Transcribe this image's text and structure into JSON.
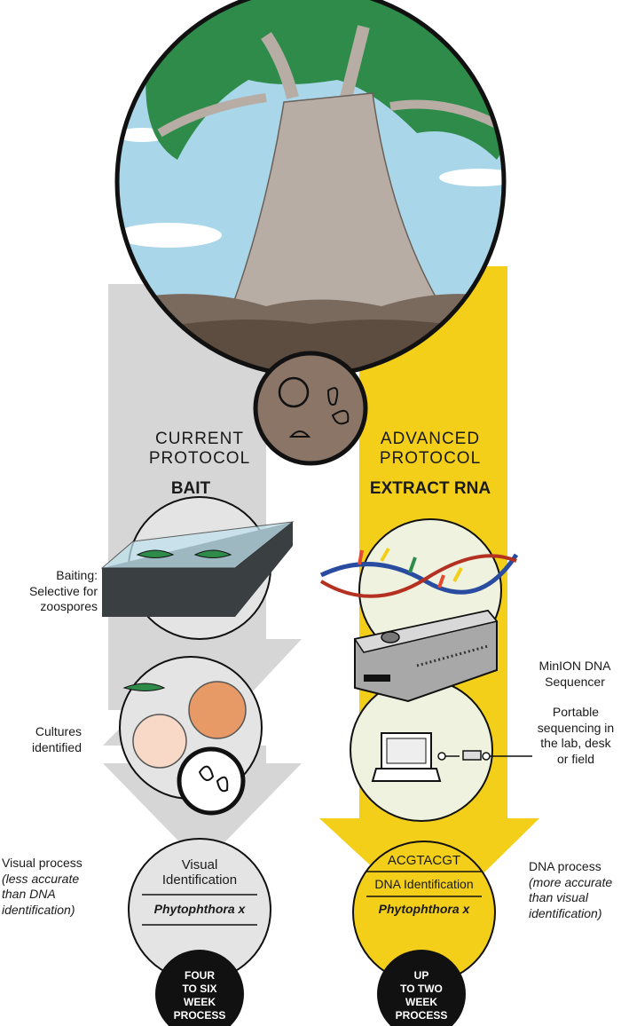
{
  "current": {
    "label": "CURRENT PROTOCOL",
    "label_line1": "CURRENT",
    "label_line2": "PROTOCOL",
    "step": "BAIT",
    "baiting_line1": "Baiting:",
    "baiting_line2": "Selective for",
    "baiting_line3": "zoospores",
    "cultures_line1": "Cultures",
    "cultures_line2": "identified",
    "result_line1": "Visual",
    "result_line2": "Identification",
    "species": "Phytophthora x",
    "process_line1": "Visual process",
    "process_line2": "(less accurate",
    "process_line3": "than DNA",
    "process_line4": "identification)",
    "badge_line1": "FOUR",
    "badge_line2": "TO SIX",
    "badge_line3": "WEEK",
    "badge_line4": "PROCESS"
  },
  "advanced": {
    "label_line1": "ADVANCED",
    "label_line2": "PROTOCOL",
    "step": "EXTRACT RNA",
    "sequencer_line1": "MinION DNA",
    "sequencer_line2": "Sequencer",
    "portable_line1": "Portable",
    "portable_line2": "sequencing in",
    "portable_line3": "the lab, desk",
    "portable_line4": "or field",
    "sequence": "ACGTACGT",
    "result": "DNA Identification",
    "species": "Phytophthora x",
    "process_line1": "DNA process",
    "process_line2": "(more accurate",
    "process_line3": "than visual",
    "process_line4": "identification)",
    "badge_line1": "UP",
    "badge_line2": "TO TWO",
    "badge_line3": "WEEK",
    "badge_line4": "PROCESS"
  },
  "colors": {
    "yellow": "#f3cf1a",
    "grey_arrow": "#d6d6d6",
    "tree_green": "#2e8b4a",
    "sky": "#a9d6e9",
    "soil": "#6b5a4c",
    "trunk": "#b7ada4"
  },
  "icons": [
    "tree-scene",
    "spore-icon",
    "leaf-icon",
    "dna-helix-icon",
    "sequencer-icon",
    "laptop-icon",
    "petri-dish-icon"
  ]
}
